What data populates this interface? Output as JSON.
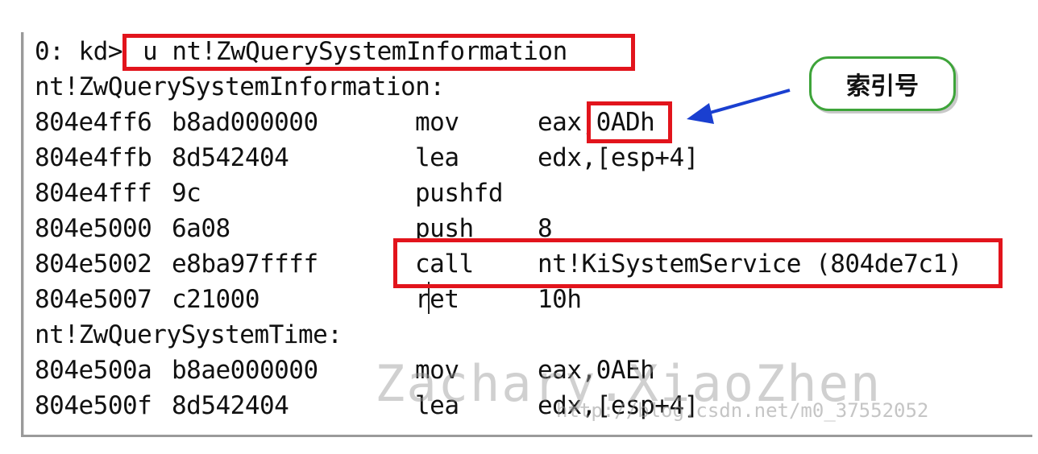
{
  "command": {
    "prompt": "0: kd>",
    "text": "u nt!ZwQuerySystemInformation"
  },
  "listing": [
    {
      "kind": "label",
      "text": "nt!ZwQuerySystemInformation:"
    },
    {
      "kind": "instr",
      "addr": "804e4ff6",
      "bytes": "b8ad000000",
      "op": "mov",
      "arg": "eax,0ADh"
    },
    {
      "kind": "instr",
      "addr": "804e4ffb",
      "bytes": "8d542404",
      "op": "lea",
      "arg": "edx,[esp+4]"
    },
    {
      "kind": "instr",
      "addr": "804e4fff",
      "bytes": "9c",
      "op": "pushfd",
      "arg": ""
    },
    {
      "kind": "instr",
      "addr": "804e5000",
      "bytes": "6a08",
      "op": "push",
      "arg": "8"
    },
    {
      "kind": "instr",
      "addr": "804e5002",
      "bytes": "e8ba97ffff",
      "op": "call",
      "arg": "nt!KiSystemService (804de7c1)"
    },
    {
      "kind": "instr",
      "addr": "804e5007",
      "bytes": "c21000",
      "op": "ret",
      "arg": "10h"
    },
    {
      "kind": "label",
      "text": "nt!ZwQuerySystemTime:"
    },
    {
      "kind": "instr",
      "addr": "804e500a",
      "bytes": "b8ae000000",
      "op": "mov",
      "arg": "eax,0AEh"
    },
    {
      "kind": "instr",
      "addr": "804e500f",
      "bytes": "8d542404",
      "op": "lea",
      "arg": "edx,[esp+4]"
    }
  ],
  "annotation": {
    "label": "索引号"
  },
  "watermark": {
    "text": "Zachary.XiaoZhen",
    "url": "http://blog.csdn.net/m0_37552052"
  },
  "colors": {
    "highlight_box": "#e2141c",
    "annotation_border": "#3ea43a",
    "arrow": "#1a3fd0"
  }
}
